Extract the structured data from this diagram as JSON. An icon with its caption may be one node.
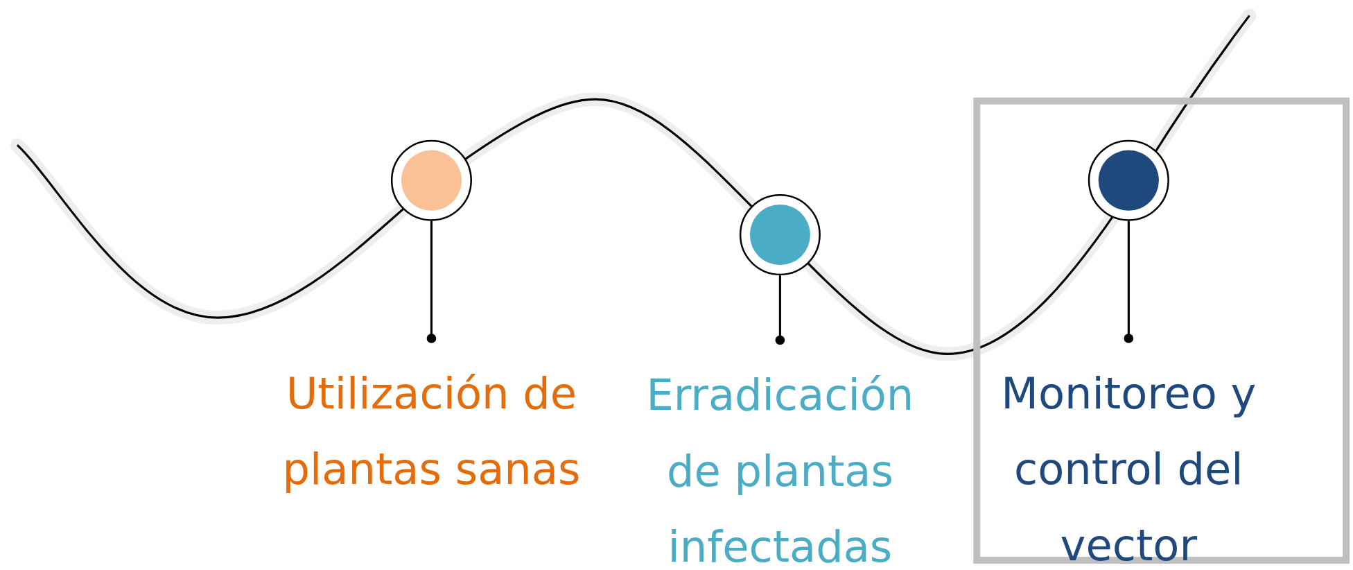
{
  "diagram": {
    "nodes": [
      {
        "text": [],
        "shape": "circle"
      },
      {
        "text": [
          "Utilización de plantas sanas"
        ]
      },
      {
        "text": [],
        "shape": "circle"
      },
      {
        "text": [
          "Erradicación de plantas infectadas"
        ]
      },
      {
        "text": [],
        "shape": "box"
      },
      {
        "text": [],
        "shape": "circle",
        "in": 4
      },
      {
        "text": [
          "Monitoreo y control del vector"
        ],
        "in": 4
      }
    ],
    "edges": [
      {
        "from": 0,
        "to": 1,
        "arrow": "other"
      },
      {
        "from": 2,
        "to": 3,
        "arrow": "other"
      },
      {
        "from": 5,
        "to": 6,
        "arrow": "other"
      }
    ]
  }
}
